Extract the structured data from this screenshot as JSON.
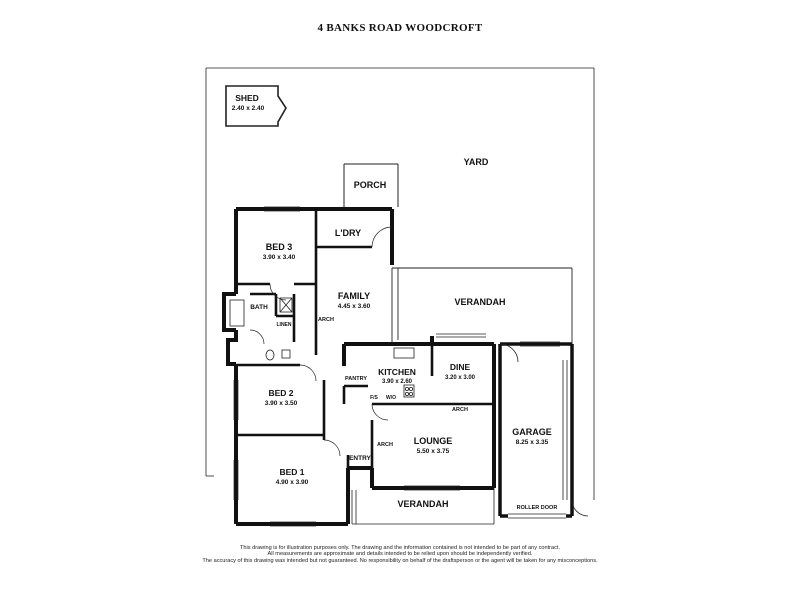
{
  "title": "4 BANKS ROAD WOODCROFT",
  "rooms": {
    "shed": {
      "name": "SHED",
      "dims": "2.40 x 2.40"
    },
    "yard": {
      "name": "YARD"
    },
    "porch": {
      "name": "PORCH"
    },
    "laundry": {
      "name": "L'DRY"
    },
    "bed3": {
      "name": "BED 3",
      "dims": "3.90 x 3.40"
    },
    "bath": {
      "name": "BATH"
    },
    "linen": {
      "name": "LINEN"
    },
    "family": {
      "name": "FAMILY",
      "dims": "4.45 x 3.60"
    },
    "verandah_rear": {
      "name": "VERANDAH"
    },
    "kitchen": {
      "name": "KITCHEN",
      "dims": "3.90 x 2.60"
    },
    "pantry": {
      "name": "PANTRY"
    },
    "dine": {
      "name": "DINE",
      "dims": "3.20 x 3.00"
    },
    "bed2": {
      "name": "BED 2",
      "dims": "3.90 x 3.50"
    },
    "lounge": {
      "name": "LOUNGE",
      "dims": "5.50 x 3.75"
    },
    "garage": {
      "name": "GARAGE",
      "dims": "8.25 x 3.35"
    },
    "bed1": {
      "name": "BED 1",
      "dims": "4.90 x 3.90"
    },
    "entry": {
      "name": "ENTRY"
    },
    "verandah_front": {
      "name": "VERANDAH"
    }
  },
  "annotations": {
    "arch": "ARCH",
    "fs": "F/S",
    "wo": "W/O",
    "roller_door": "ROLLER DOOR"
  },
  "disclaimer": [
    "This drawing is for illustration purposes only. The drawing and the information contained is not intended to be part of any contract.",
    "All measurements are approximate and details intended to be relied upon should be independently verified.",
    "The accuracy of this drawing was intended but not guaranteed. No responsibility on behalf of the draftsperson or the agent will be taken for any misconceptions."
  ]
}
